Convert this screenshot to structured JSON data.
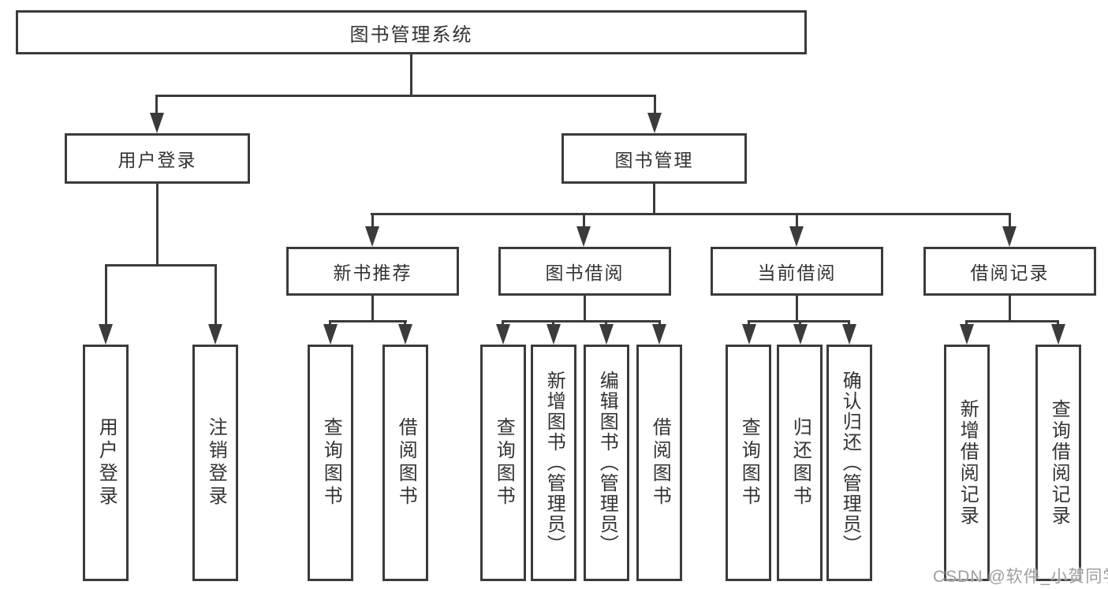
{
  "diagram": {
    "title": "图书管理系统",
    "level2": {
      "user_login": "用户登录",
      "book_mgmt": "图书管理"
    },
    "level3": {
      "new_book_rec": "新书推荐",
      "book_borrow": "图书借阅",
      "current_borrow": "当前借阅",
      "borrow_records": "借阅记录"
    },
    "leaves": {
      "user_login_leaf": "用户登录",
      "logout_leaf": "注销登录",
      "query_books_1": "查询图书",
      "borrow_books_1": "借阅图书",
      "query_books_2": "查询图书",
      "add_books_admin": "新增图书（管理员）",
      "edit_books_admin": "编辑图书（管理员）",
      "borrow_books_2": "借阅图书",
      "query_books_3": "查询图书",
      "return_books": "归还图书",
      "confirm_return_admin": "确认归还（管理员）",
      "add_borrow_record": "新增借阅记录",
      "query_borrow_record": "查询借阅记录"
    },
    "watermark": "CSDN @软件_小贺同学",
    "colors": {
      "line": "#3b3b3b",
      "text": "#333333",
      "watermark": "#9e9e9e",
      "background": "#ffffff"
    }
  }
}
